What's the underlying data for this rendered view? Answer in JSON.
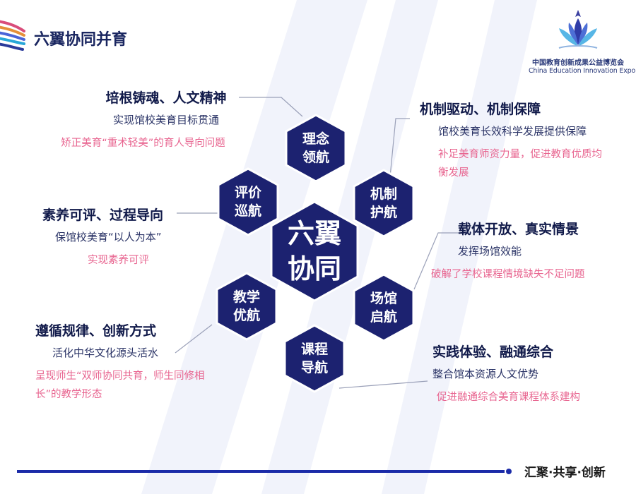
{
  "title": "六翼协同并育",
  "logo": {
    "name_cn": "中国教育创新成果公益博览会",
    "name_en": "China Education Innovation Expo"
  },
  "colors": {
    "hex_fill": "#1c2270",
    "hex_stroke": "#ffffff",
    "accent_pink": "#e86590",
    "bar_blue": "#1b2ba8"
  },
  "center": {
    "label": "六翼\n协同"
  },
  "hexes": {
    "idea": {
      "label": "理念\n领航"
    },
    "mechanism": {
      "label": "机制\n护航"
    },
    "venue": {
      "label": "场馆\n启航"
    },
    "course": {
      "label": "课程\n导航"
    },
    "teaching": {
      "label": "教学\n优航"
    },
    "evaluation": {
      "label": "评价\n巡航"
    }
  },
  "blocks": {
    "idea": {
      "head": "培根铸魂、人文精神",
      "sub": "实现馆校美育目标贯通",
      "note": "矫正美育“重术轻美”的育人导向问题"
    },
    "mechanism": {
      "head": "机制驱动、机制保障",
      "sub": "馆校美育长效科学发展提供保障",
      "note": "补足美育师资力量，促进教育优质均衡发展"
    },
    "evaluation": {
      "head": "素养可评、过程导向",
      "sub": "保馆校美育“以人为本”",
      "note": "实现素养可评"
    },
    "venue": {
      "head": "载体开放、真实情景",
      "sub": "发挥场馆效能",
      "note": "破解了学校课程情境缺失不足问题"
    },
    "teaching": {
      "head": "遵循规律、创新方式",
      "sub": "活化中华文化源头活水",
      "note": "呈现师生“双师协同共育，师生同修相长”的教学形态"
    },
    "course": {
      "head": "实践体验、融通综合",
      "sub": "整合馆本资源人文优势",
      "note": "促进融通综合美育课程体系建构"
    }
  },
  "footer": {
    "slogan": "汇聚·共享·创新"
  }
}
